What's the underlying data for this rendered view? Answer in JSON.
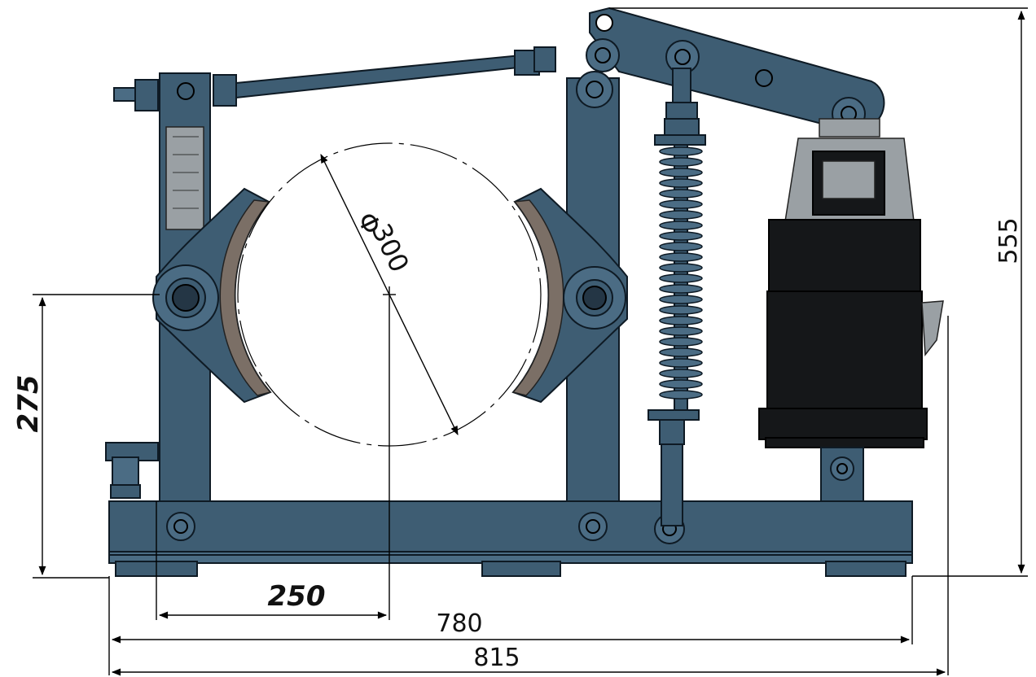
{
  "drawing": {
    "dimensions": {
      "overall_width": "815",
      "base_width": "780",
      "center_offset": "250",
      "center_height": "275",
      "overall_height": "555",
      "drum_diameter": "300"
    },
    "diameter_symbol": "Φ",
    "colors": {
      "steel": "#3e5d73",
      "thruster": "#151719",
      "lining": "#7b6f66"
    }
  }
}
